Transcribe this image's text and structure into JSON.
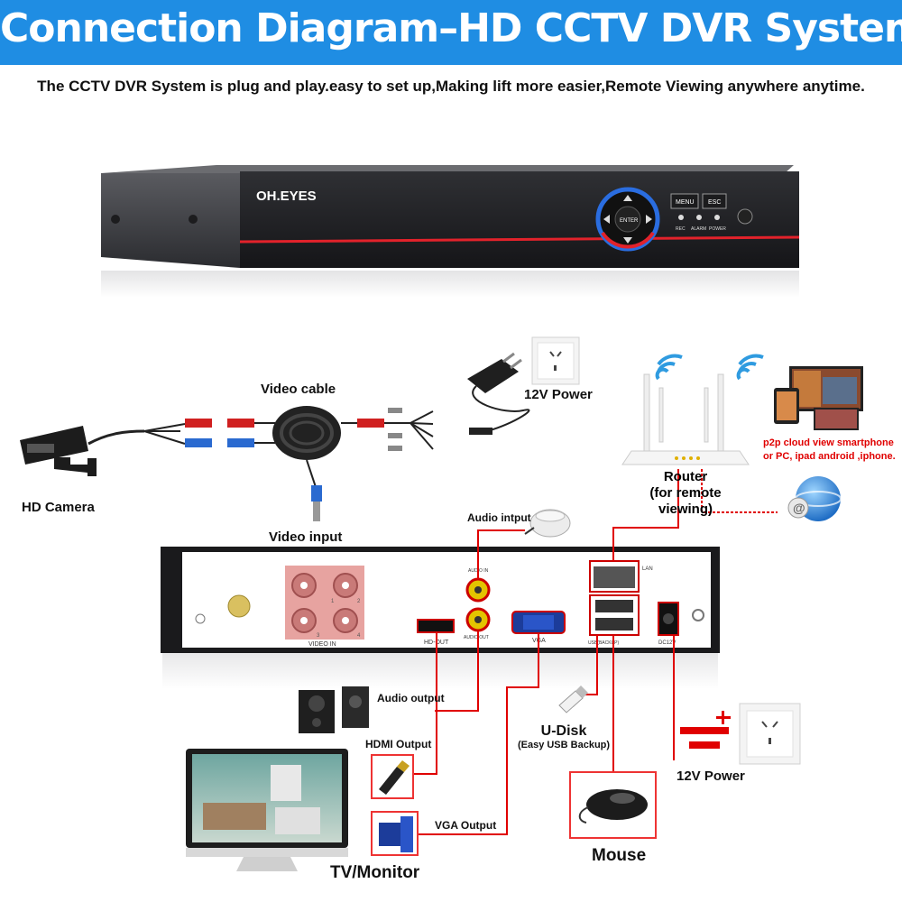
{
  "header": {
    "title": "Connection Diagram–HD CCTV DVR System",
    "subtitle": "The CCTV DVR System is plug and play.easy to set up,Making lift more easier,Remote Viewing anywhere anytime."
  },
  "dvr_front": {
    "brand": "OH.EYES",
    "enter_label": "ENTER",
    "menu_label": "MENU",
    "esc_label": "ESC",
    "led_labels": [
      "REC",
      "ALARM",
      "POWER"
    ]
  },
  "dvr_back": {
    "port_labels": {
      "video_in": "VIDEO IN",
      "audio_in": "AUDIO IN",
      "audio_out": "AUDIO OUT",
      "hd_out": "HD-OUT",
      "vga": "VGA",
      "lan": "LAN",
      "usb": "USB(BACKUP)",
      "dc12v": "DC12V"
    },
    "channel_numbers": [
      "1",
      "2",
      "3",
      "4"
    ]
  },
  "labels": {
    "video_cable": "Video cable",
    "power_top": "12V Power",
    "hd_camera": "HD Camera",
    "video_input": "Video input",
    "audio_input": "Audio intput",
    "router_line1": "Router",
    "router_line2": "(for remote viewing)",
    "p2p_line1": "p2p cloud  view smartphone",
    "p2p_line2": "or PC, ipad android ,iphone.",
    "audio_output": "Audio output",
    "hdmi_output": "HDMI Output",
    "vga_output": "VGA Output",
    "udisk_line1": "U-Disk",
    "udisk_line2": "(Easy USB Backup)",
    "power_bottom": "12V Power",
    "mouse": "Mouse",
    "tv_monitor": "TV/Monitor"
  },
  "colors": {
    "banner": "#1f8de3",
    "connector_line": "#e00000",
    "label_red": "#e00000",
    "dvr_body": "#2a2a2d",
    "port_pink": "#e7a3a0"
  },
  "icons": [
    "camera-icon",
    "power-adapter-icon",
    "wall-outlet-icon",
    "router-icon",
    "wifi-icon",
    "globe-icon",
    "devices-icon",
    "speaker-icon",
    "monitor-icon",
    "hdmi-plug-icon",
    "vga-plug-icon",
    "usb-stick-icon",
    "mouse-icon",
    "dc-power-icon",
    "bnc-connector-icon"
  ]
}
